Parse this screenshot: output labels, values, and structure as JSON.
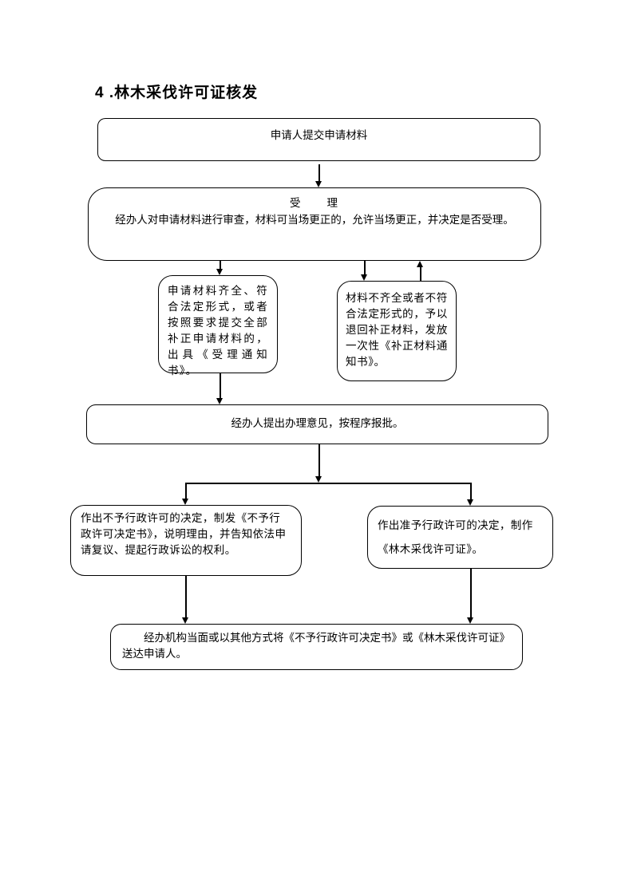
{
  "title": "4 .林木采伐许可证核发",
  "flow": {
    "submit": {
      "text": "申请人提交申请材料"
    },
    "accept": {
      "heading": "受　　理",
      "body": "经办人对申请材料进行审查，材料可当场更正的，允许当场更正，并决定是否受理。"
    },
    "materials_complete": {
      "text": "申请材料齐全、符合法定形式，或者按照要求提交全部补正申请材料的，出具《受理通知书》。"
    },
    "materials_incomplete": {
      "text": "材料不齐全或者不符合法定形式的，予以退回补正材料，发放一次性《补正材料通知书》。"
    },
    "review": {
      "text": "经办人提出办理意见，按程序报批。"
    },
    "deny": {
      "text": "作出不予行政许可的决定，制发《不予行政许可决定书》，说明理由，并告知依法申请复议、提起行政诉讼的权利。"
    },
    "approve": {
      "text": "作出准予行政许可的决定，制作《林木采伐许可证》。"
    },
    "deliver": {
      "text": "经办机构当面或以其他方式将《不予行政许可决定书》或《林木采伐许可证》送达申请人。"
    }
  },
  "colors": {
    "line": "#000000",
    "box_border": "#000000",
    "background": "#ffffff",
    "text": "#000000"
  }
}
